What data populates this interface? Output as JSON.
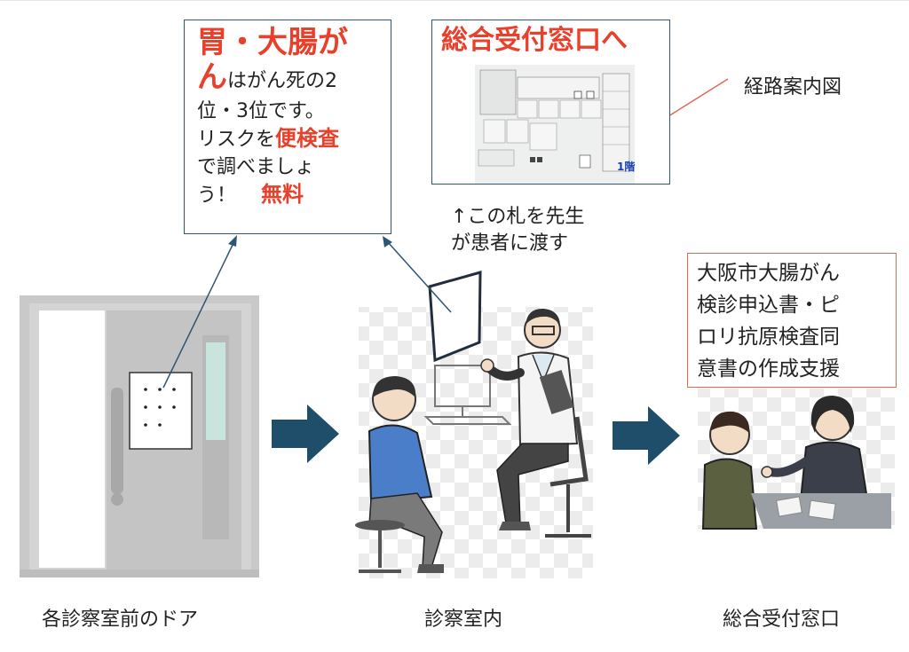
{
  "notice": {
    "line1": "胃・大腸が",
    "line2_big": "ん",
    "line2_rest": "はがん死の2",
    "line3": "位・3位です。",
    "line4_pre": "リスクを",
    "line4_red": "便検査",
    "line5": "で調べましょ",
    "line6_pre": "う！",
    "line6_red": "無料"
  },
  "route_box": {
    "title": "総合受付窓口へ",
    "floor_label": "1階"
  },
  "route_caption": "経路案内図",
  "handover_caption": {
    "line1": "↑この札を先生",
    "line2": "が患者に渡す"
  },
  "support_box": {
    "lines": [
      "大阪市大腸がん",
      "検診申込書・ピ",
      "ロリ抗原検査同",
      "意書の作成支援"
    ]
  },
  "bottom_labels": {
    "door": "各診察室前のドア",
    "exam": "診察室内",
    "desk": "総合受付窓口"
  },
  "colors": {
    "accent_red": "#e8402a",
    "frame_blue": "#2e5573",
    "arrow_blue": "#1f4e6b"
  }
}
